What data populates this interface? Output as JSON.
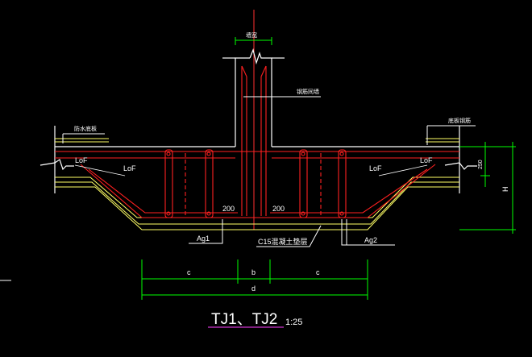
{
  "colors": {
    "background": "#000000",
    "outline": "#ffffff",
    "rebar": "#ff2020",
    "center_line": "#ff3030",
    "layer": "#ffff66",
    "dimension": "#00ff00",
    "underline": "#cc33cc"
  },
  "labels": {
    "top_wall": "墙宽",
    "wall_rebar": "钢筋同墙",
    "waterproof_left": "防水底板",
    "waterproof_right": "底板钢筋",
    "lof_upper_left": "LoF",
    "lof_lower_left": "LoF",
    "lof_lower_right": "LoF",
    "lof_upper_right": "LoF",
    "spacing_left": "200",
    "spacing_right": "200",
    "ag1": "Ag1",
    "ag2": "Ag2",
    "cushion": "C15混凝土垫层",
    "depth_small": "250",
    "depth_h": "H"
  },
  "dimensions": {
    "c_left": "c",
    "b": "b",
    "c_right": "c",
    "d": "d"
  },
  "title": {
    "text": "TJ1、TJ2",
    "scale": "1:25"
  }
}
